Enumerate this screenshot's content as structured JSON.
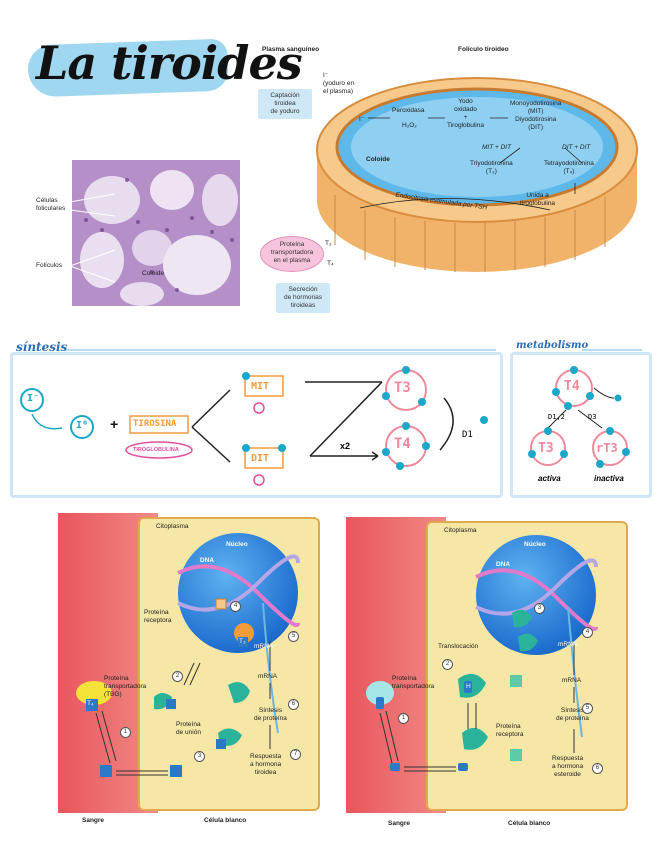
{
  "title": "La tiroides",
  "figure1": {
    "plasma": "Plasma sanguíneo",
    "folliculo": "Folículo tiroideo",
    "iodide_top": "I⁻\n(yoduro en\nel plasma)",
    "iodide_in": "I⁻",
    "peroxidasa": "Peroxidasa",
    "h2o2": "H₂O₂",
    "yodo_oxidado": "Yodo\noxidado\n+\nTiroglobulina",
    "mono": "Monoyodotirosina\n(MIT)\nDiyodotirosina\n(DIT)",
    "mit_dit": "MIT + DIT",
    "dit_dit": "DIT + DIT",
    "triyodo": "Triyodotironina\n(T₃)",
    "tetrayodo": "Tetrayodotironina\n(T₄)",
    "coloide": "Coloide",
    "unida": "Unida a\ntiroglobulina",
    "endocitosis": "Endocitosis estimulada por TSH",
    "t3": "T₃",
    "t4": "T₄",
    "captacion": "Captación\ntiroidea\nde yoduro",
    "proteina": "Proteína\ntransportadora\nen el plasma",
    "secrecion": "Secreción\nde hormonas\ntiroideas",
    "celulas": "Células\nfoliculares",
    "foliculos": "Folículos",
    "coloide_micro": "Coloide"
  },
  "sintesis": {
    "heading": "síntesis",
    "iodide": "I⁻",
    "iodine": "I⁰",
    "plus": "+",
    "tirosina": "TIROSINA",
    "tiroglobulina": "TIROGLOBULINA",
    "mit": "MIT",
    "dit": "DIT",
    "t3": "T3",
    "t4": "T4",
    "x2": "x2",
    "d1": "D1"
  },
  "metabolismo": {
    "heading": "metabolismo",
    "t4": "T4",
    "d12": "D1,2",
    "d3": "D3",
    "t3": "T3",
    "rt3": "rT3",
    "activa": "activa",
    "inactiva": "inactiva"
  },
  "cell1": {
    "citoplasma": "Citoplasma",
    "nucleo": "Núcleo",
    "dna": "DNA",
    "proteina_receptora": "Proteína\nreceptora",
    "mrna": "mRNA",
    "mrna2": "mRNA",
    "transportadora": "Proteína\ntransportadora\n(TBG)",
    "t4": "T₄",
    "t3": "T₃",
    "proteina_union": "Proteína\nde unión",
    "sintesis": "Síntesis\nde proteína",
    "respuesta": "Respuesta\na hormona\ntiroidea",
    "sangre": "Sangre",
    "celula": "Célula blanco",
    "n1": "1",
    "n2": "2",
    "n3": "3",
    "n4": "4",
    "n5": "5",
    "n6": "6",
    "n7": "7"
  },
  "cell2": {
    "citoplasma": "Citoplasma",
    "nucleo": "Núcleo",
    "dna": "DNA",
    "translocacion": "Translocación",
    "mrna": "mRNA",
    "mrna2": "mRNA",
    "transportadora": "Proteína\ntransportadora",
    "proteina_receptora": "Proteína\nreceptora",
    "sintesis": "Síntesis\nde proteína",
    "respuesta": "Respuesta\na hormona\nesteroide",
    "sangre": "Sangre",
    "celula": "Célula blanco",
    "h": "H",
    "n1": "1",
    "n2": "2",
    "n3": "3",
    "n4": "4",
    "n5": "5",
    "n6": "6"
  },
  "colors": {
    "light_blue": "#9fd6f0",
    "pink": "#f08a9a",
    "teal": "#1aa7c8",
    "orange": "#f39a3a",
    "magenta": "#e24fa0",
    "heading_blue": "#2c6db4"
  }
}
